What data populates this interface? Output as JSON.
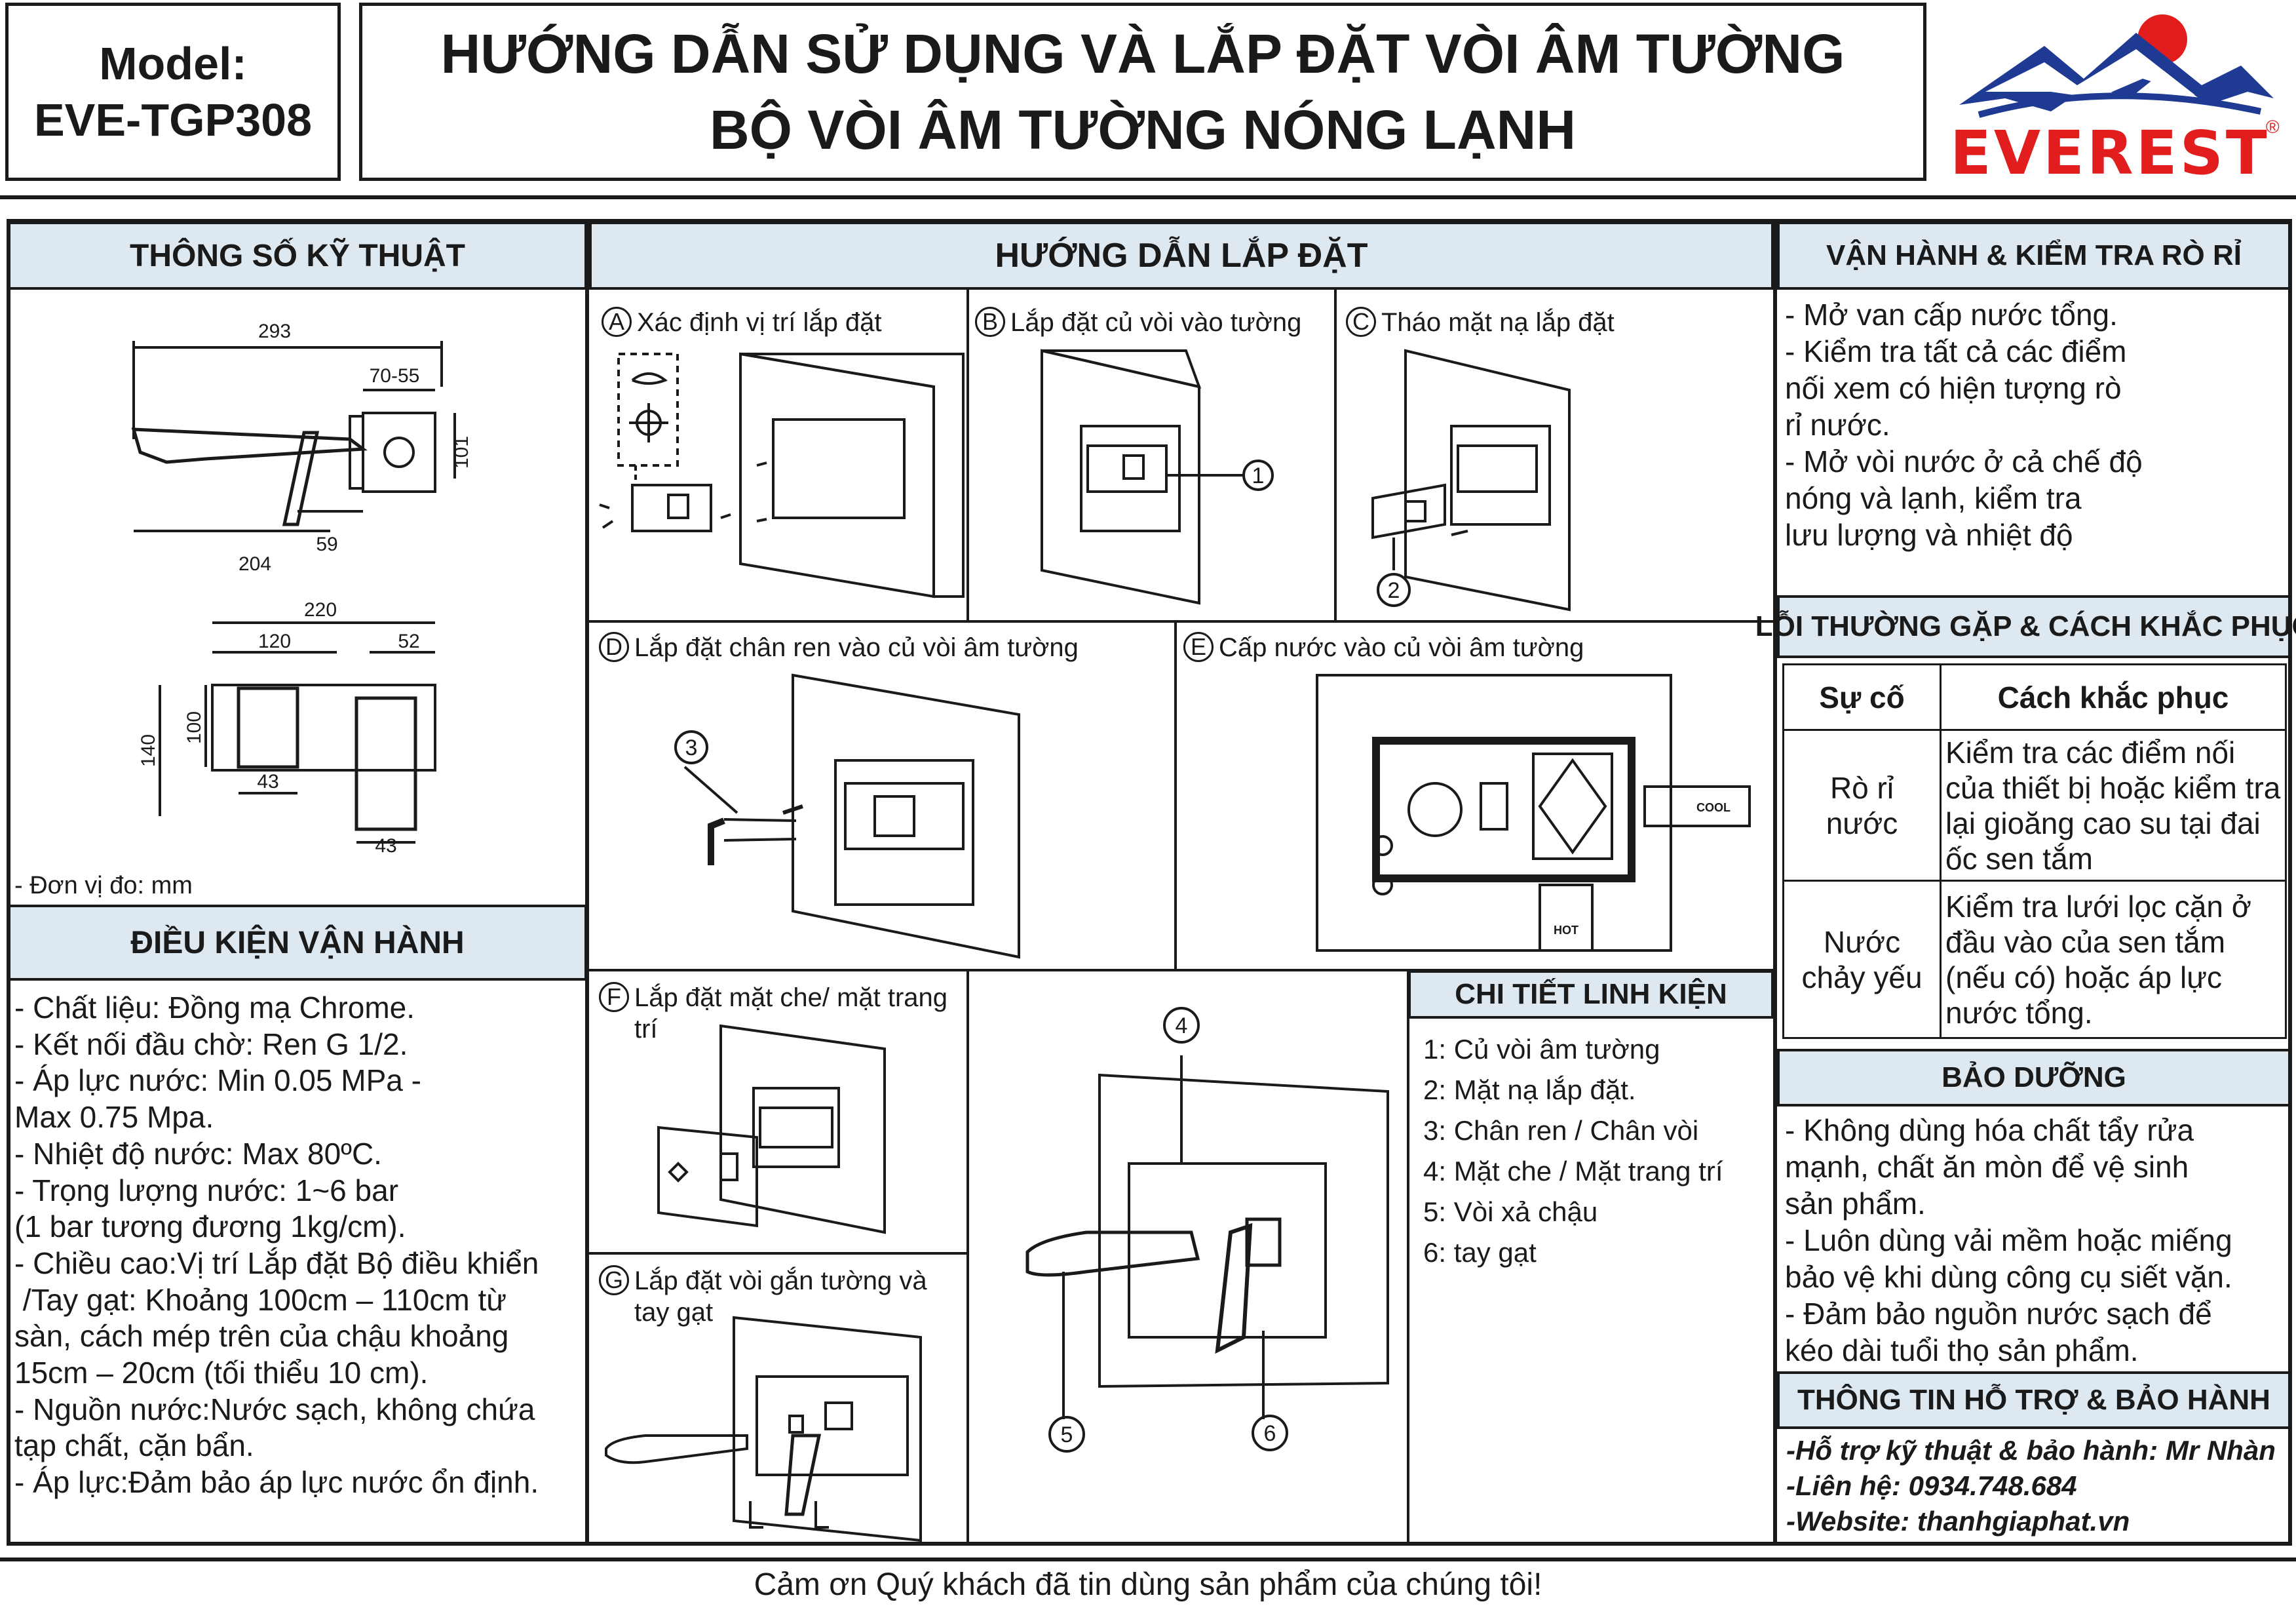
{
  "model": {
    "label": "Model:",
    "code": "EVE-TGP308"
  },
  "title": {
    "line1": "HƯỚNG DẪN SỬ DỤNG VÀ LẮP ĐẶT VÒI ÂM TƯỜNG",
    "line2": "BỘ VÒI ÂM TƯỜNG NÓNG LẠNH"
  },
  "brand": {
    "name": "EVEREST",
    "reg": "®",
    "blue": "#1f3a93",
    "red": "#e11d1d"
  },
  "specs": {
    "heading": "THÔNG SỐ KỸ THUẬT",
    "dims_side": [
      "293",
      "70-55",
      "101",
      "204",
      "59"
    ],
    "dims_front": [
      "220",
      "120",
      "52",
      "140",
      "100",
      "43",
      "43"
    ],
    "unit_note": "- Đơn vị đo: mm"
  },
  "operating": {
    "heading": "ĐIỀU KIỆN VẬN HÀNH",
    "lines": [
      "- Chất liệu: Đồng mạ Chrome.",
      "- Kết nối đầu chờ: Ren G 1/2.",
      "- Áp lực nước: Min 0.05 MPa -",
      "Max 0.75 Mpa.",
      "- Nhiệt độ nước: Max 80ºC.",
      "- Trọng lượng nước: 1~6 bar",
      "(1 bar tương đương 1kg/cm).",
      "- Chiều cao:Vị trí Lắp đặt Bộ điều khiển",
      " /Tay gạt: Khoảng 100cm – 110cm từ",
      "sàn, cách mép trên của chậu khoảng",
      "15cm – 20cm (tối thiểu 10 cm).",
      "- Nguồn nước:Nước sạch, không chứa",
      "tạp chất, cặn bẩn.",
      "- Áp lực:Đảm bảo áp lực nước ổn định."
    ]
  },
  "install": {
    "heading": "HƯỚNG DẪN LẮP ĐẶT",
    "steps": [
      {
        "letter": "A",
        "text": "Xác định vị trí lắp đặt"
      },
      {
        "letter": "B",
        "text": "Lắp đặt củ vòi vào tường"
      },
      {
        "letter": "C",
        "text": "Tháo mặt nạ lắp đặt"
      },
      {
        "letter": "D",
        "text": "Lắp đặt chân ren vào củ vòi âm tường"
      },
      {
        "letter": "E",
        "text": "Cấp nước vào củ vòi âm tường"
      },
      {
        "letter": "F",
        "text": "Lắp đặt mặt che/ mặt trang trí"
      },
      {
        "letter": "G",
        "text": "Lắp đặt vòi gắn tường và tay gạt"
      }
    ],
    "callouts": [
      "1",
      "2",
      "3",
      "4",
      "5",
      "6"
    ],
    "cool_label": "COOL",
    "hot_label": "HOT"
  },
  "parts": {
    "heading": "CHI TIẾT LINH KIỆN",
    "items": [
      "1: Củ vòi âm tường",
      "2: Mặt nạ lắp đặt.",
      "3: Chân ren / Chân vòi",
      "4: Mặt che / Mặt trang trí",
      "5: Vòi xả chậu",
      "6: tay gạt"
    ]
  },
  "check": {
    "heading": "VẬN HÀNH & KIỂM TRA RÒ RỈ",
    "lines": [
      "- Mở van cấp nước tổng.",
      "- Kiểm tra tất cả các điểm",
      "nối xem có hiện tượng rò",
      "rỉ nước.",
      "- Mở vòi nước ở cả chế độ",
      "nóng và lạnh, kiểm tra",
      "lưu lượng và nhiệt độ"
    ]
  },
  "trouble": {
    "heading": "LỖI THƯỜNG GẶP & CÁCH KHẮC PHỤC",
    "col_issue": "Sự cố",
    "col_fix": "Cách khắc phục",
    "rows": [
      {
        "issue": "Rò rỉ nước",
        "fix": "Kiểm tra các điểm nối của thiết bị hoặc kiểm tra lại gioăng cao su tại đai ốc sen tắm"
      },
      {
        "issue": "Nước chảy yếu",
        "fix": "Kiểm tra lưới lọc cặn ở đầu vào của sen tắm (nếu có) hoặc áp lực nước tổng."
      }
    ]
  },
  "maintenance": {
    "heading": "BẢO DƯỠNG",
    "lines": [
      "- Không dùng hóa chất tẩy rửa",
      "mạnh, chất ăn mòn để vệ sinh",
      "sản phẩm.",
      "- Luôn dùng vải mềm hoặc miếng",
      "bảo vệ khi dùng công cụ siết vặn.",
      "- Đảm bảo nguồn nước sạch để",
      "kéo dài tuổi thọ sản phẩm."
    ]
  },
  "support": {
    "heading": "THÔNG TIN HỖ TRỢ & BẢO HÀNH",
    "line1": "-Hỗ trợ kỹ thuật & bảo hành: Mr Nhàn",
    "line2": "-Liên hệ: 0934.748.684",
    "line3": "-Website: thanhgiaphat.vn"
  },
  "footer": "Cảm ơn Quý khách đã tin dùng sản phẩm của chúng tôi!"
}
